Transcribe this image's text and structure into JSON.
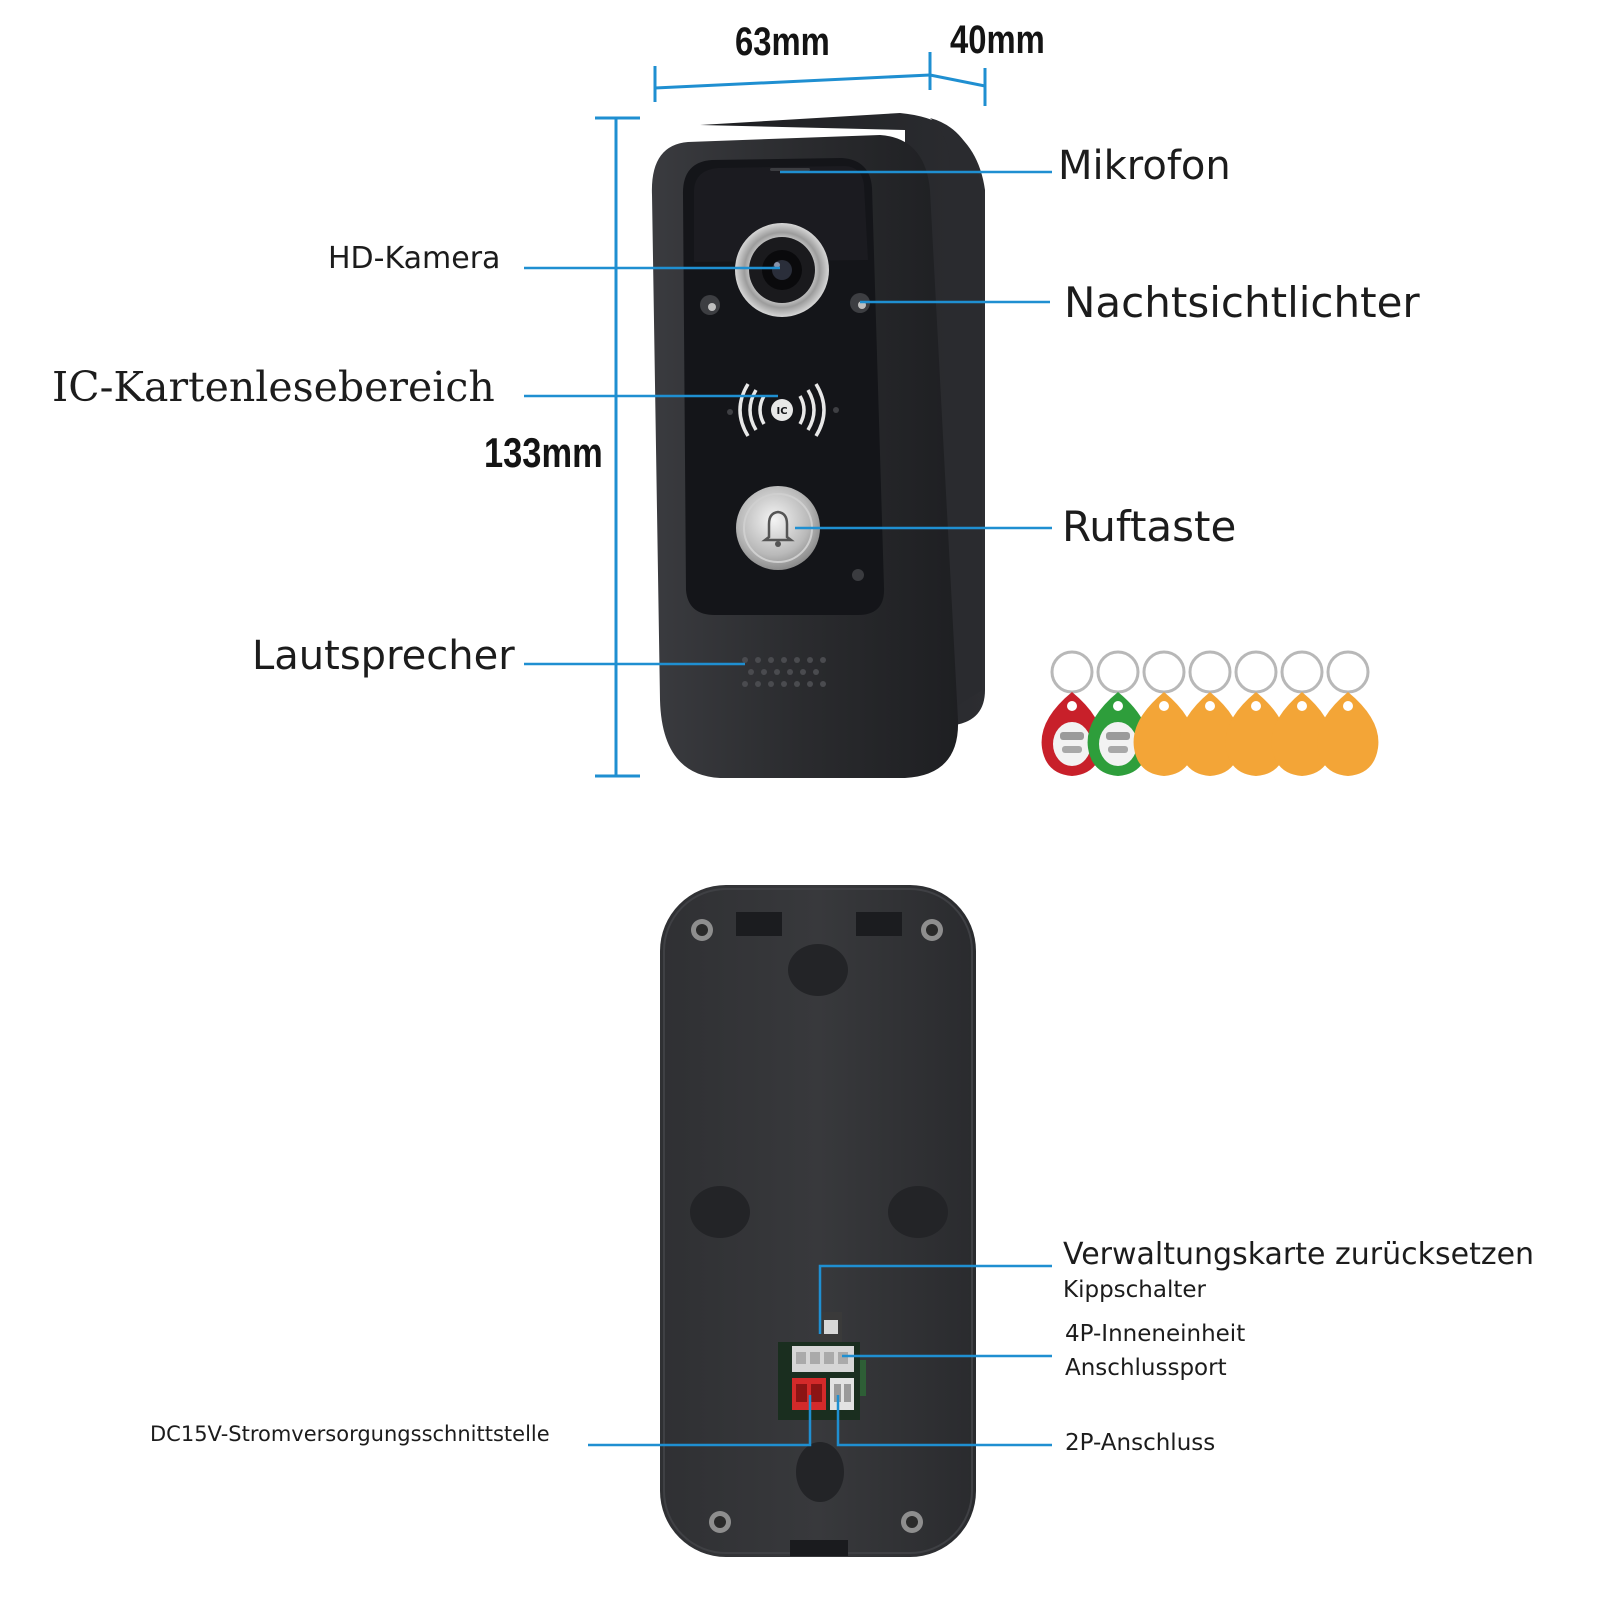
{
  "dimensions": {
    "width": "63mm",
    "depth": "40mm",
    "height": "133mm"
  },
  "front_labels": {
    "microphone": "Mikrofon",
    "hd_camera": "HD-Kamera",
    "night_vision": "Nachtsichtlichter",
    "ic_card_area": "IC-Kartenlesebereich",
    "call_button": "Ruftaste",
    "speaker": "Lautsprecher"
  },
  "back_labels": {
    "reset_title": "Verwaltungskarte zurücksetzen",
    "reset_sub": "Kippschalter",
    "port4p_line1": "4P-Inneneinheit",
    "port4p_line2": "Anschlussport",
    "port2p": "2P-Anschluss",
    "dc_power": "DC15V-Stromversorgungsschnittstelle"
  },
  "ic_logo_text": "IC",
  "colors": {
    "leader_line": "#1f8fd1",
    "device_body": "#2b2c2f",
    "device_face": "#151619",
    "keyfob_red": "#c8202a",
    "keyfob_green": "#2e9e3b",
    "keyfob_orange": "#f3a537"
  },
  "keyfobs": [
    "red",
    "green",
    "orange",
    "orange",
    "orange",
    "orange",
    "orange"
  ],
  "icons": [
    "camera-lens-icon",
    "bell-icon",
    "rfid-wave-icon",
    "screw-icon"
  ]
}
